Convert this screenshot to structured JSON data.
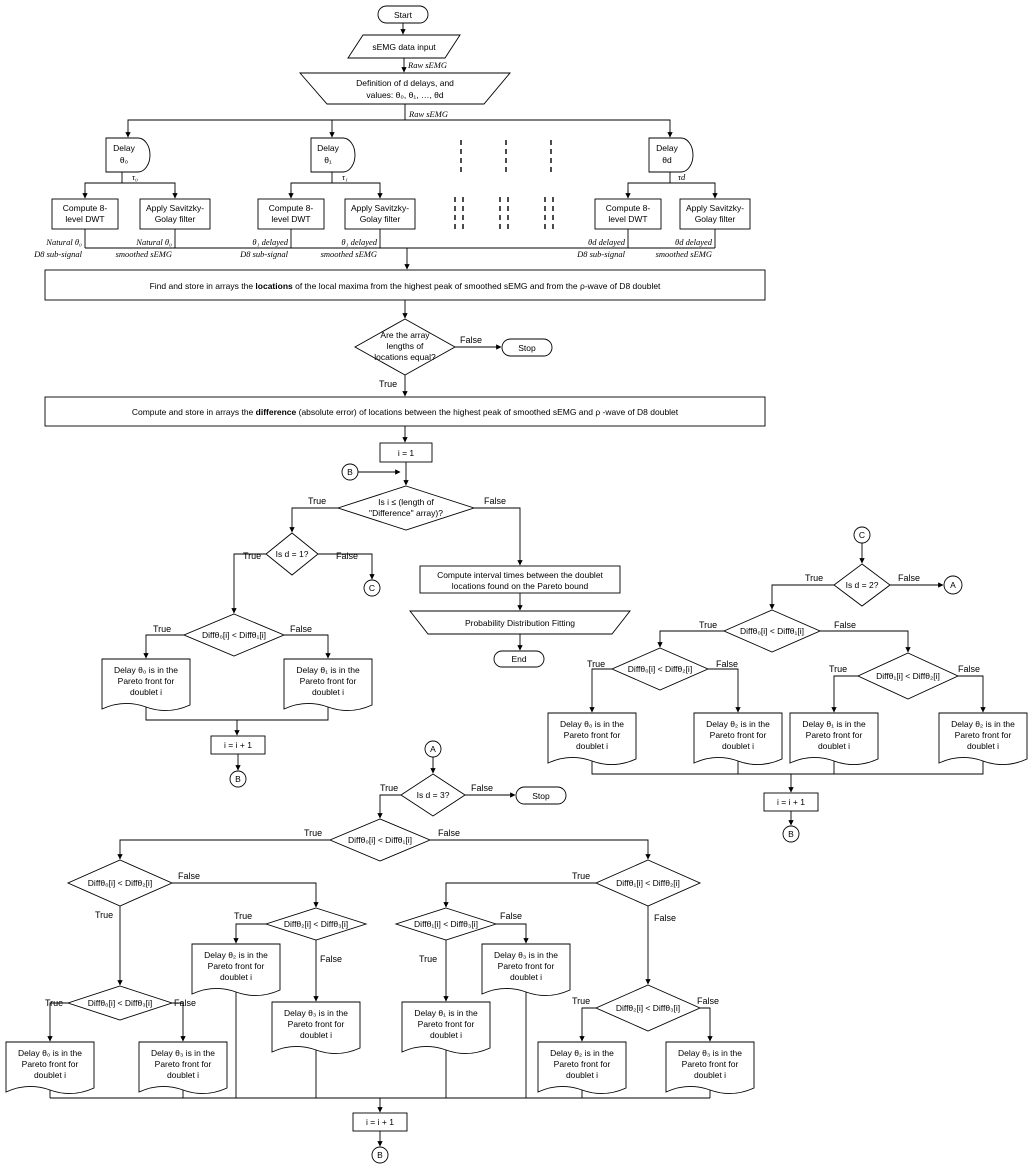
{
  "labels": {
    "start": "Start",
    "input": "sEMG data input",
    "raw_semg": "Raw sEMG",
    "definition_l1": "Definition of d delays, and",
    "definition_l2": "values: θ₀, θ₁, …, θd",
    "delay": "Delay",
    "theta0": "θ₀",
    "theta1": "θ₁",
    "thetad": "θd",
    "tau0": "τ₀",
    "tau1": "τ₁",
    "taud": "τd",
    "dwt_l1": "Compute 8-",
    "dwt_l2": "level DWT",
    "sg_l1": "Apply Savitzky-",
    "sg_l2": "Golay filter",
    "c_nat_d8_l1": "Natural θ₀",
    "c_nat_d8_l2": "D8 sub-signal",
    "c_nat_sm_l1": "Natural θ₀",
    "c_nat_sm_l2": "smoothed sEMG",
    "c_t1_d8_l1": "θ₁ delayed",
    "c_t1_d8_l2": "D8 sub-signal",
    "c_t1_sm_l1": "θ₁ delayed",
    "c_t1_sm_l2": "smoothed sEMG",
    "c_td_d8_l1": "θd delayed",
    "c_td_d8_l2": "D8 sub-signal",
    "c_td_sm_l1": "θd delayed",
    "c_td_sm_l2": "smoothed sEMG",
    "find_a": "Find and store in arrays the ",
    "find_b": "locations",
    "find_c": " of the local maxima from the highest peak of smoothed sEMG and from the ρ-wave of D8 doublet",
    "equal_l1": "Are the array",
    "equal_l2": "lengths of",
    "equal_l3": "locations equal?",
    "true": "True",
    "false": "False",
    "stop": "Stop",
    "comp_a": "Compute and store in arrays the ",
    "comp_b": "difference",
    "comp_c": " (absolute error) of locations between the highest peak of smoothed sEMG and ρ -wave of D8 doublet",
    "i_init": "i = 1",
    "conn_a": "A",
    "conn_b": "B",
    "conn_c": "C",
    "loop_l1": "Is i ≤ (length of",
    "loop_l2": "\"Difference\" array)?",
    "interval_l1": "Compute interval times between the doublet",
    "interval_l2": "locations found on the Pareto bound",
    "prob": "Probability Distribution Fitting",
    "end": "End",
    "is_d1": "Is d = 1?",
    "is_d2": "Is d = 2?",
    "is_d3": "Is d = 3?",
    "cmp01": "Diffθ₀[i] < Diffθ₁[i]",
    "cmp02": "Diffθ₀[i] < Diffθ₂[i]",
    "cmp12": "Diffθ₁[i] < Diffθ₂[i]",
    "cmp03": "Diffθ₀[i] < Diffθ₃[i]",
    "cmp23": "Diffθ₂[i] < Diffθ₃[i]",
    "cmp13": "Diffθ₁[i] < Diffθ₃[i]",
    "res0_l1": "Delay θ₀ is in the",
    "res1_l1": "Delay θ₁ is in the",
    "res2_l1": "Delay θ₂ is in the",
    "res3_l1": "Delay θ₃ is in the",
    "res_l2": "Pareto front for",
    "res_l3": "doublet i",
    "increment": "i = i + 1"
  }
}
